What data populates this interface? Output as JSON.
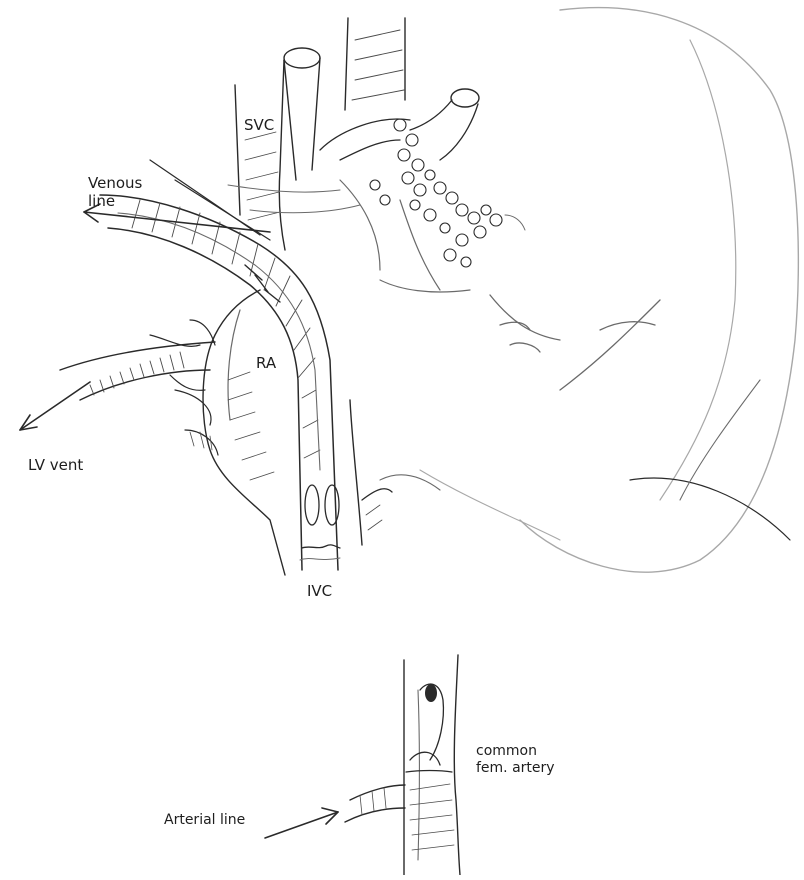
{
  "labels": {
    "svc": "SVC",
    "venous_line": "Venous\nline",
    "ra": "RA",
    "lv_vent": "LV vent",
    "ivc": "IVC",
    "common_fem_artery": "common\nfem. artery",
    "arterial_line": "Arterial line"
  },
  "colors": {
    "ink": "#2a2a2a",
    "background": "#ffffff"
  }
}
